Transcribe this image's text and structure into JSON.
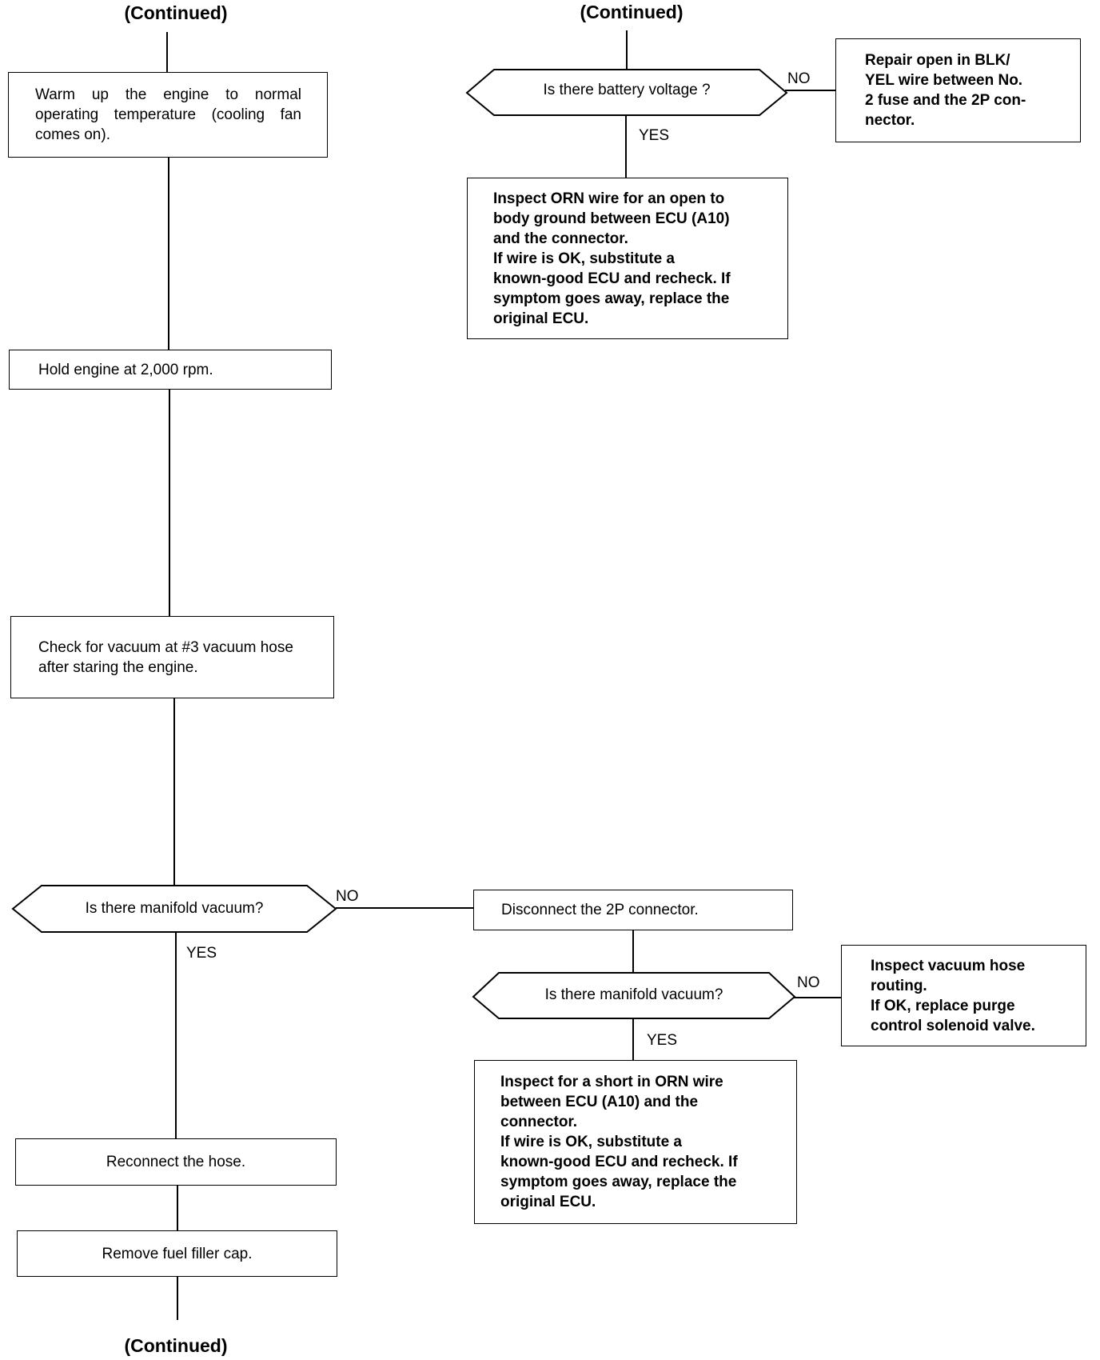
{
  "continued": {
    "top_left": "(Continued)",
    "top_right": "(Continued)",
    "bottom_left": "(Continued)"
  },
  "left_column": {
    "warm_up": "Warm up the engine to normal operating temperature (cooling fan comes on).",
    "hold_rpm": "Hold engine at 2,000 rpm.",
    "check_vacuum": "Check for vacuum at #3 vacuum hose after staring the engine.",
    "decision_manifold": "Is there manifold vacuum?",
    "reconnect": "Reconnect the hose.",
    "remove_cap": "Remove fuel filler cap."
  },
  "right_top": {
    "decision_battery": "Is there battery voltage ?",
    "repair_open": "Repair open in BLK/\nYEL wire between No.\n2 fuse and the 2P con-\nnector.",
    "inspect_orn_open": "Inspect ORN wire for an open to\nbody ground between ECU (A10)\nand the connector.\nIf wire is OK, substitute a\nknown-good ECU and recheck. If\nsymptom goes away, replace the\noriginal ECU."
  },
  "right_bottom": {
    "disconnect": "Disconnect the 2P connector.",
    "decision_manifold2": "Is there manifold vacuum?",
    "inspect_hose": "Inspect vacuum hose\nrouting.\nIf OK, replace purge\ncontrol solenoid valve.",
    "inspect_short": "Inspect for a short in ORN wire\nbetween ECU (A10) and the\nconnector.\nIf wire is OK, substitute a\nknown-good ECU and recheck. If\nsymptom goes away, replace the\noriginal ECU."
  },
  "labels": {
    "no_battery": "NO",
    "yes_battery": "YES",
    "no_manifold": "NO",
    "yes_manifold": "YES",
    "no_manifold2": "NO",
    "yes_manifold2": "YES"
  }
}
